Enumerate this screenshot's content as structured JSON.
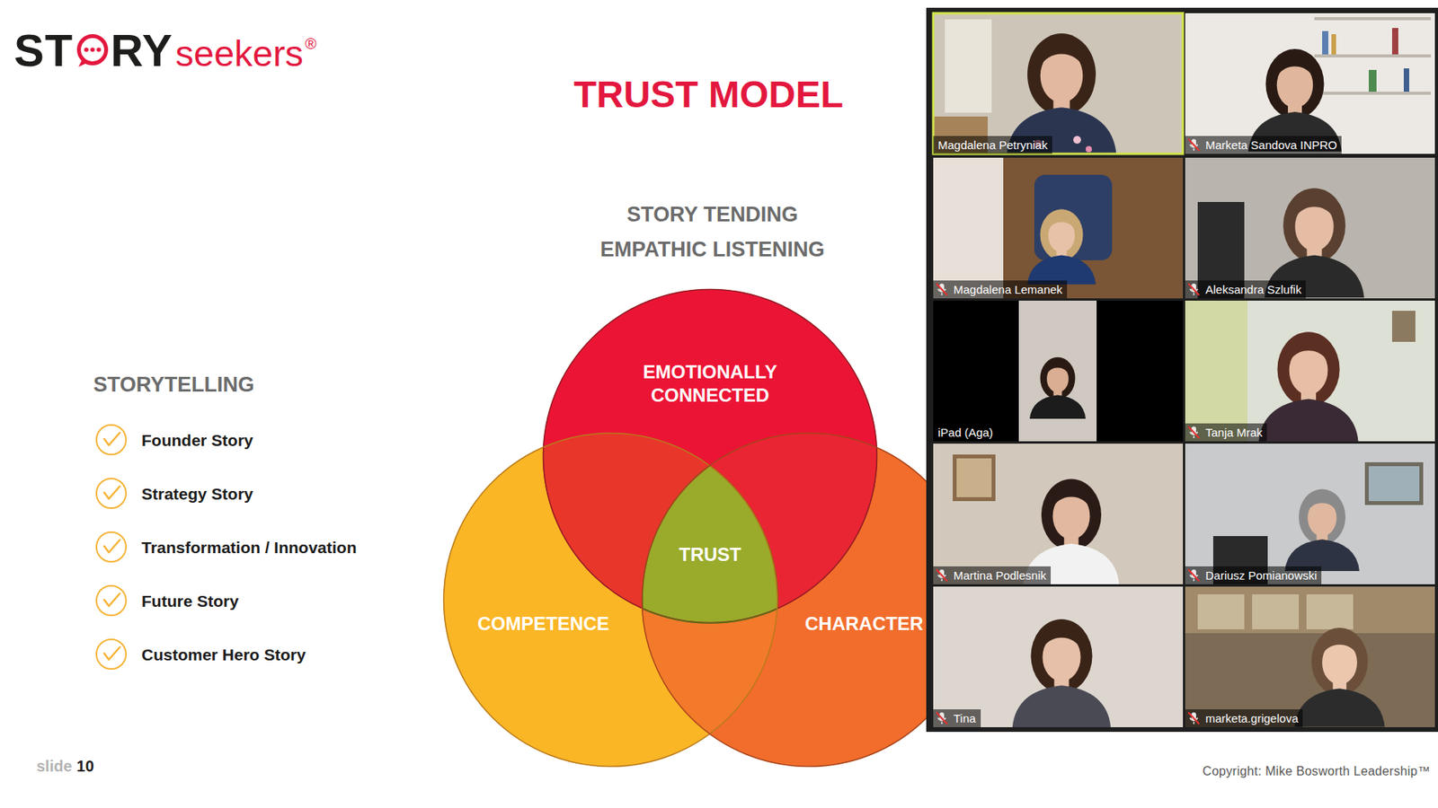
{
  "diagram": {
    "title": "TRUST MODEL",
    "nodes": [
      {
        "text": [
          "EMOTIONALLY CONNECTED"
        ]
      },
      {
        "text": [
          "TRUST"
        ]
      },
      {
        "text": [
          "COMPETENCE"
        ]
      },
      {
        "text": [
          "CHARACTER"
        ]
      }
    ],
    "labels": [
      "ST",
      "RY",
      "seekers",
      "®",
      "STORY TENDING",
      "EMPATHIC LISTENING",
      "STORYTELLING",
      "Founder Story",
      "Strategy Story",
      "Transformation / Innovation",
      "Future Story",
      "Customer Hero Story",
      "slide",
      "10",
      "Copyright: Mike Bosworth Leadership™",
      "Magdalena Petryniak",
      "Marketa Sandova INPRO",
      "Magdalena Lemanek",
      "Aleksandra Szlufik",
      "iPad (Aga)",
      "Tanja Mrak",
      "Martina Podlesnik",
      "Dariusz Pomianowski",
      "Tina",
      "marketa.grigelova"
    ]
  }
}
